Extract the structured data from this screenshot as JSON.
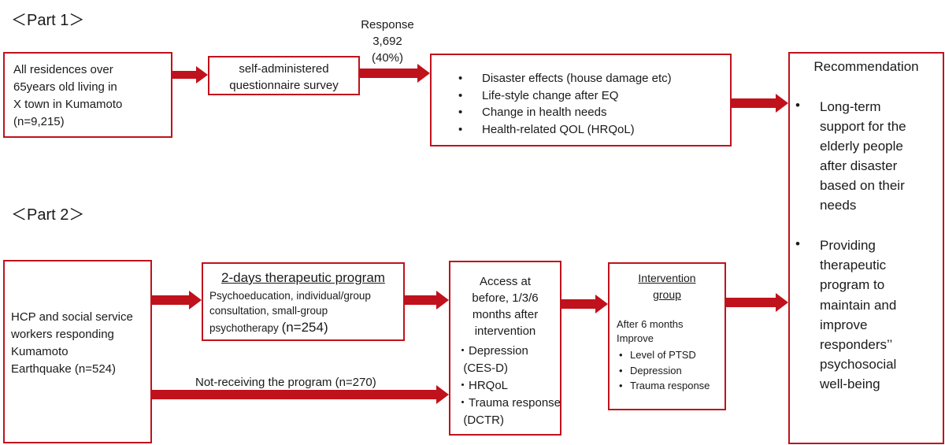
{
  "part1": {
    "heading": "＜Part 1＞",
    "box_population": [
      "All residences over",
      "65years old living in",
      "X town in Kumamoto",
      "(n=9,215)"
    ],
    "box_survey": [
      "self-administered",
      "questionnaire survey"
    ],
    "response": [
      "Response",
      "3,692",
      "(40%)"
    ],
    "survey_items": [
      "Disaster effects (house damage etc)",
      "Life-style change after EQ",
      "Change in health needs",
      "Health-related QOL (HRQoL)"
    ]
  },
  "recommendation": {
    "title": "Recommendation",
    "items": [
      [
        "Long-term",
        "support for the",
        "elderly people",
        "after disaster",
        "based on their",
        "needs"
      ],
      [
        "Providing",
        "therapeutic",
        "program to",
        "maintain  and",
        "improve",
        "responders’’",
        "psychosocial",
        "well-being"
      ]
    ]
  },
  "part2": {
    "heading": "＜Part 2＞",
    "box_hcp": [
      "HCP and social service",
      "workers responding",
      "Kumamoto",
      "Earthquake (n=524)"
    ],
    "program": {
      "title": "2-days therapeutic program",
      "lines": [
        "Psychoeducation, individual/group",
        "consultation, small-group"
      ],
      "last_line_text": "psychotherapy ",
      "n_label": "(n=254)"
    },
    "not_receiving": "Not-receiving the program (n=270)",
    "access": {
      "lines": [
        "Access at",
        "before, 1/3/6",
        "months after",
        "intervention"
      ],
      "measures": [
        "・Depression",
        "  (CES-D)",
        "・HRQoL",
        "・Trauma response",
        "  (DCTR)"
      ]
    },
    "intervention": {
      "title": [
        "Intervention",
        "group"
      ],
      "after": [
        "After 6 months",
        "Improve"
      ],
      "items": [
        "Level of PTSD",
        "Depression",
        "Trauma response"
      ]
    }
  },
  "colors": {
    "accent": "#c0121c",
    "text": "#1a1a1a"
  }
}
